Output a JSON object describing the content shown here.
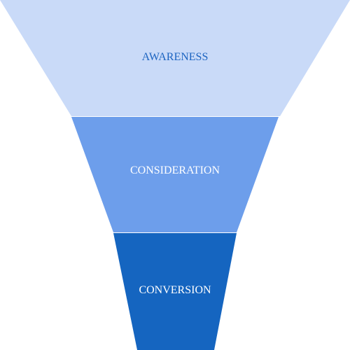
{
  "funnel": {
    "stages": [
      {
        "label": "AWARENESS",
        "fill": "#c9daf8",
        "text_color": "#1c64c1"
      },
      {
        "label": "CONSIDERATION",
        "fill": "#6d9eeb",
        "text_color": "#ffffff"
      },
      {
        "label": "CONVERSION",
        "fill": "#1565c0",
        "text_color": "#ffffff"
      }
    ],
    "separator_color": "#ffffff"
  }
}
